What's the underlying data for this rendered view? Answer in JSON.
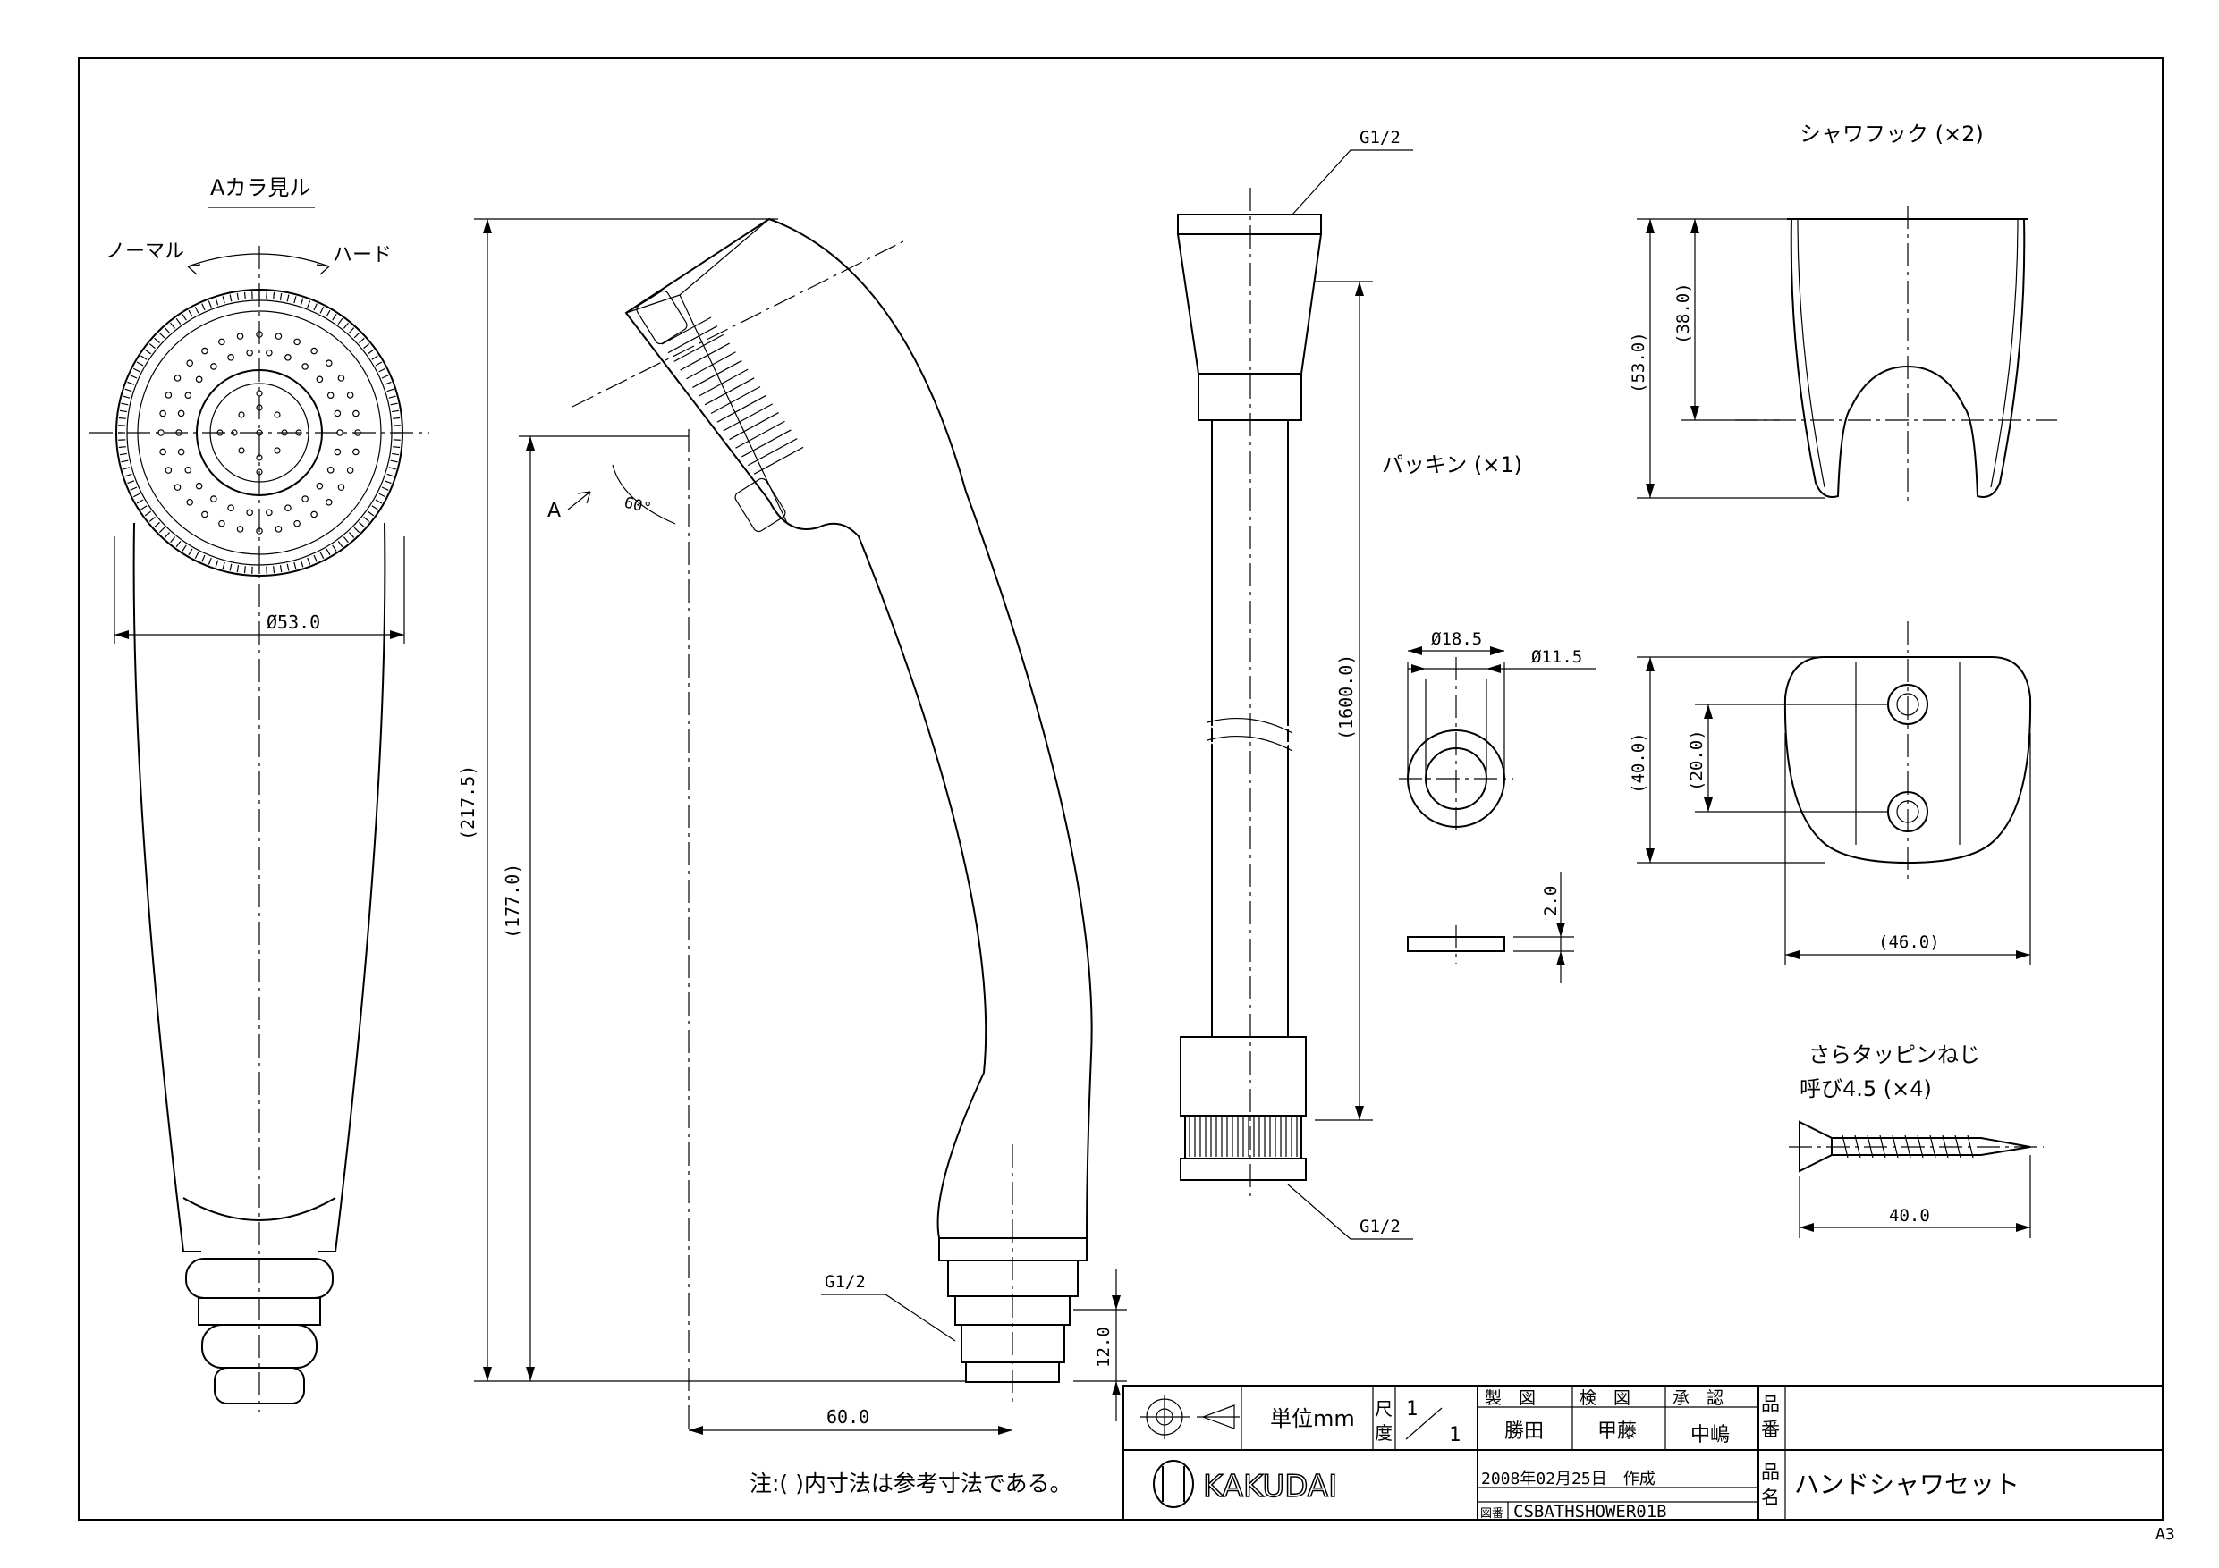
{
  "views": {
    "front": {
      "title": "Aカラ見ル",
      "normal": "ノーマル",
      "hard": "ハード",
      "dia": "Ø53.0"
    },
    "side": {
      "overall": "(217.5)",
      "handle": "(177.0)",
      "offset": "60.0",
      "thread": "G1/2",
      "thread_len": "12.0",
      "angle": "60°",
      "arrow": "A"
    },
    "hose": {
      "top_thread": "G1/2",
      "bottom_thread": "G1/2",
      "length": "(1600.0)"
    },
    "packing": {
      "title": "パッキン (×1)",
      "outer": "Ø18.5",
      "inner": "Ø11.5",
      "thick": "2.0"
    },
    "hook": {
      "title": "シャワフック (×2)",
      "h_total": "(53.0)",
      "h_slot": "(38.0)",
      "h_base": "(40.0)",
      "hole_pitch": "(20.0)",
      "width": "(46.0)"
    },
    "screw": {
      "title1": "さらタッピンねじ",
      "title2": "呼び4.5 (×4)",
      "length": "40.0"
    }
  },
  "note": "注:( )内寸法は参考寸法である。",
  "title_block": {
    "unit": "単位mm",
    "scale_label1": "尺",
    "scale_label2": "度",
    "scale_num": "1",
    "scale_den": "1",
    "drawn_label": "製　図",
    "checked_label": "検　図",
    "approved_label": "承　認",
    "drawn_by": "勝田",
    "checked_by": "甲藤",
    "approved_by": "中嶋",
    "part_no_label1": "品",
    "part_no_label2": "番",
    "name_label1": "品",
    "name_label2": "名",
    "date": "2008年02月25日　作成",
    "drawing_no_label": "図番",
    "drawing_no": "CSBATHSHOWER01B",
    "product_name": "ハンドシャワセット",
    "company": "KAKUDAI"
  },
  "paper_size": "A3"
}
